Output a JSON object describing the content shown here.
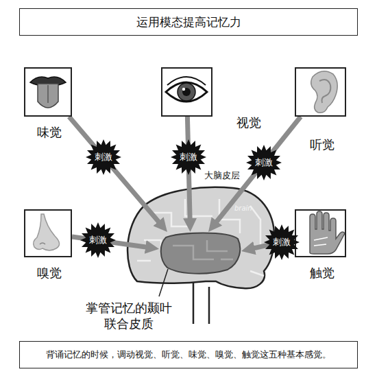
{
  "diagram": {
    "title": "运用模态提高记忆力",
    "caption": "背诵记忆的时候，调动视觉、听觉、味觉、嗅觉、触觉这五种基本感觉。",
    "nodes": [
      {
        "text": [
          "味觉"
        ]
      },
      {
        "text": [
          "视觉"
        ]
      },
      {
        "text": [
          "听觉"
        ]
      },
      {
        "text": [
          "嗅觉"
        ]
      },
      {
        "text": [
          "触觉"
        ]
      },
      {
        "text": [
          "大脑皮层"
        ]
      },
      {
        "text": [
          "掌管记忆的颞叶 联合皮质"
        ],
        "in": 5
      }
    ],
    "edges": [
      {
        "from": 0,
        "to": 6,
        "label": "刺激",
        "arrow": "to"
      },
      {
        "from": 1,
        "to": 6,
        "label": "刺激",
        "arrow": "to"
      },
      {
        "from": 2,
        "to": 6,
        "label": "刺激",
        "arrow": "to"
      },
      {
        "from": 3,
        "to": 6,
        "label": "刺激",
        "arrow": "to"
      },
      {
        "from": 4,
        "to": 6,
        "label": "刺激",
        "arrow": "to"
      }
    ],
    "labels": [
      "brain"
    ]
  }
}
